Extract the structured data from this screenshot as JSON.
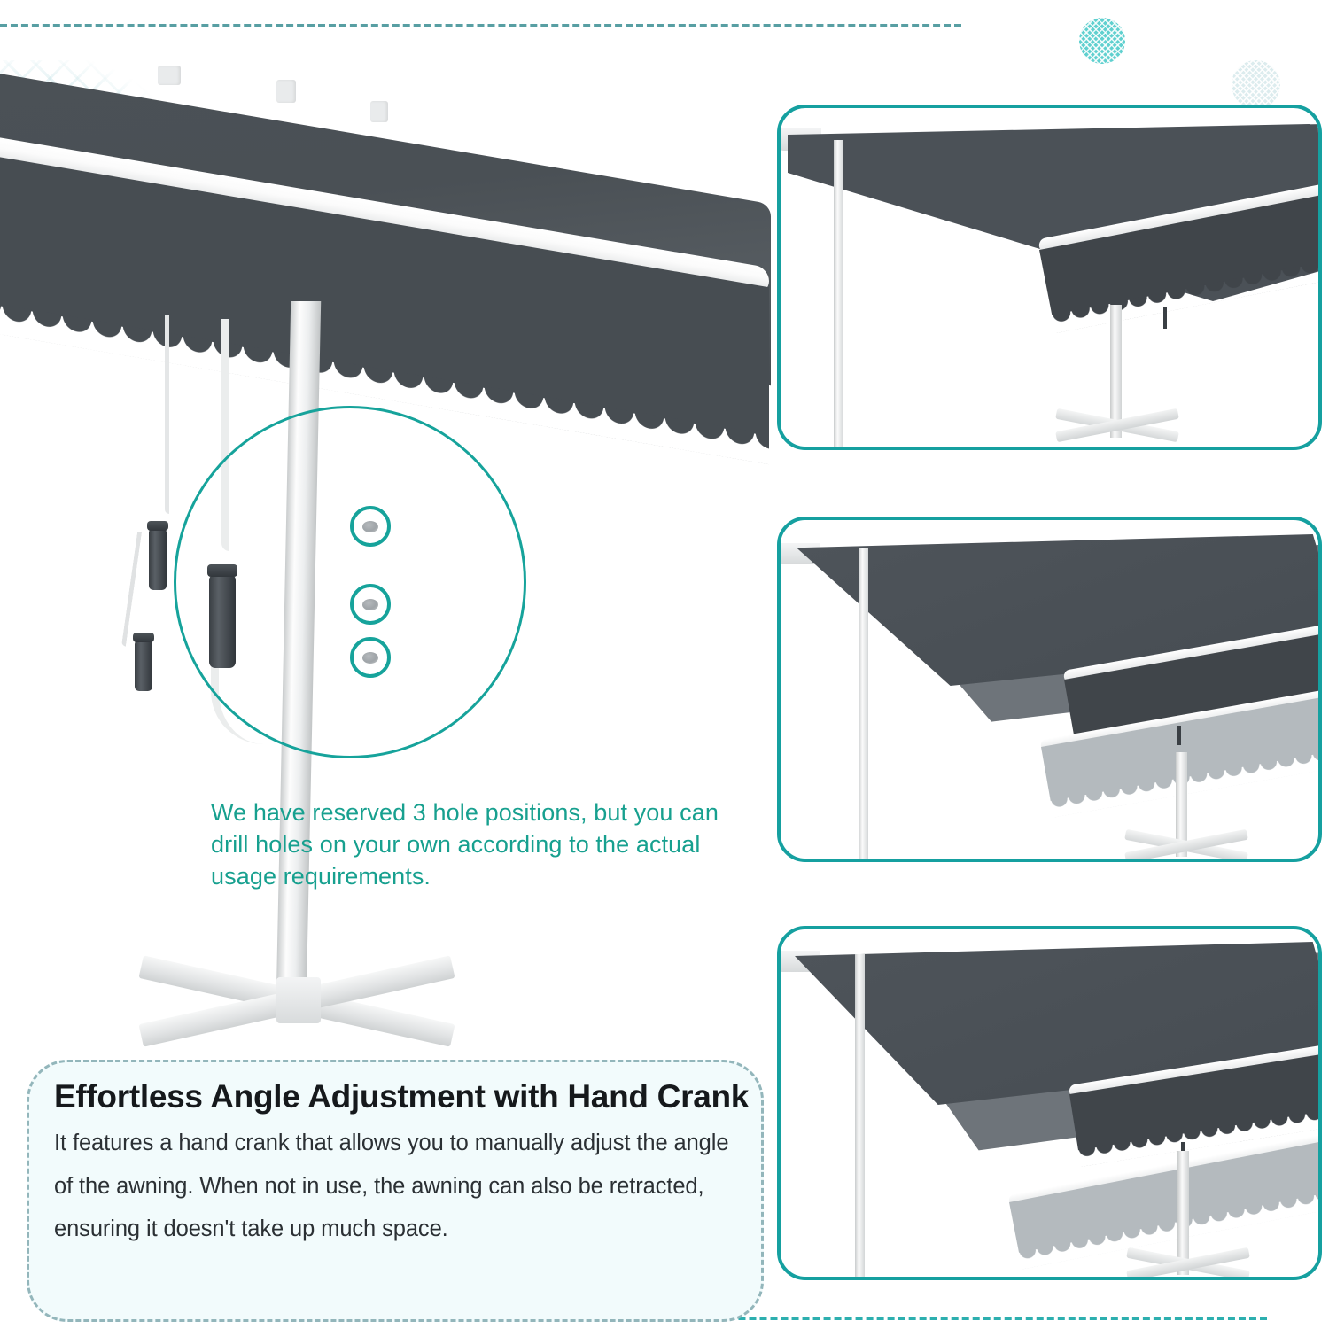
{
  "page": {
    "background_color": "#ffffff",
    "accent_teal": "#15a0a0",
    "caption_teal": "#17a08f",
    "fabric_gray": "#474d52",
    "card_fill": "#f2fbfc",
    "card_border": "#93b6bb"
  },
  "decor": {
    "dashed_line_top": "dashed-divider-top",
    "dashed_line_bottom": "dashed-divider-bottom",
    "lattice_pattern": "lattice-pattern-top-left",
    "halftone_circle_teal": "halftone-circle-teal",
    "halftone_circle_pale": "halftone-circle-pale"
  },
  "hero": {
    "name": "free-standing-retractable-awning-hero",
    "magnifier": {
      "name": "hole-positions-magnifier",
      "hole_count": 3
    },
    "crank": {
      "name": "hand-crank-assembly",
      "handle_count": 3
    }
  },
  "caption": {
    "text": "We have reserved 3 hole positions, but you can drill holes on your own according to the actual usage requirements."
  },
  "info_card": {
    "title": "Effortless Angle Adjustment with Hand Crank",
    "body": "It features a hand crank that allows you to manually adjust the angle of the awning. When not in use, the awning can also be retracted, ensuring it doesn't take up much space."
  },
  "panels": [
    {
      "id": "panel-awning-extended",
      "alt": "Awning fully extended on cross base with gray scalloped valance"
    },
    {
      "id": "panel-awning-double-layer",
      "alt": "Awning angled with second lower valance layer"
    },
    {
      "id": "panel-awning-tilted",
      "alt": "Awning tilted at steeper angle showing adjustment range"
    }
  ]
}
